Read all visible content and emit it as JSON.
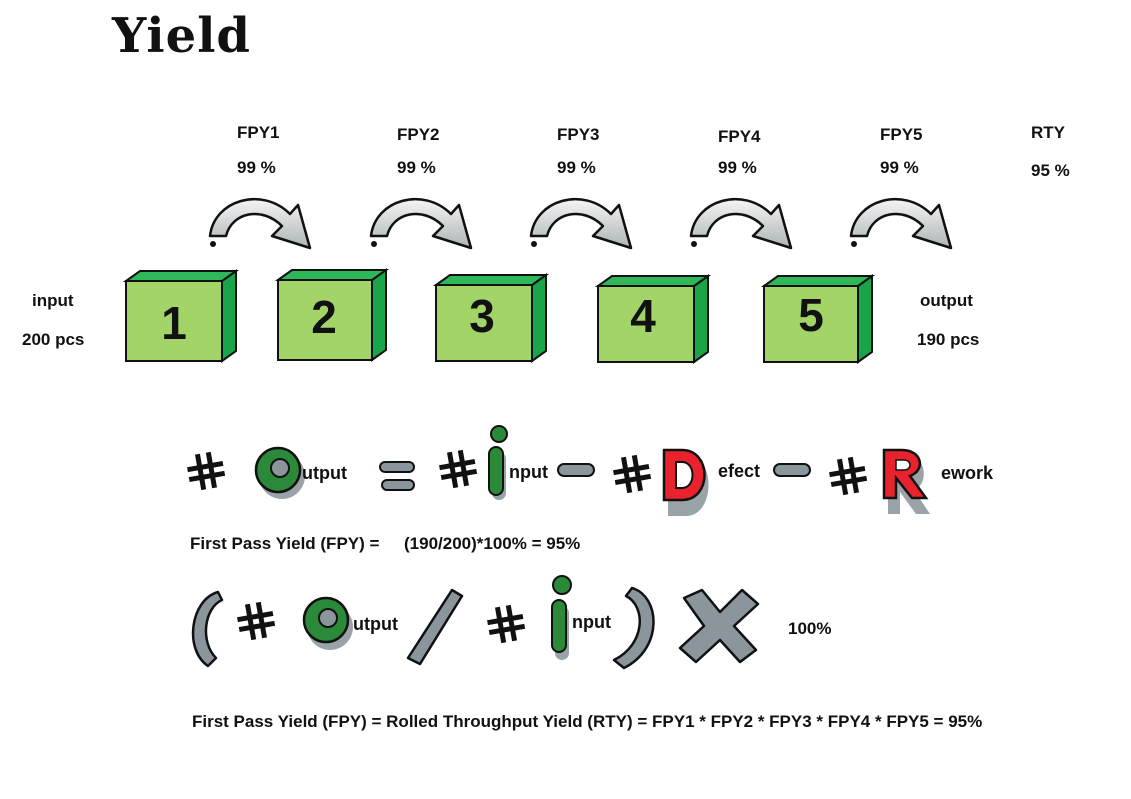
{
  "title": "Yield",
  "fpy_labels": [
    {
      "name": "FPY1",
      "value": "99 %"
    },
    {
      "name": "FPY2",
      "value": "99 %"
    },
    {
      "name": "FPY3",
      "value": "99 %"
    },
    {
      "name": "FPY4",
      "value": "99 %"
    },
    {
      "name": "FPY5",
      "value": "99 %"
    }
  ],
  "rty": {
    "name": "RTY",
    "value": "95 %"
  },
  "input": {
    "label": "input",
    "count": "200 pcs"
  },
  "output": {
    "label": "output",
    "count": "190 pcs"
  },
  "boxes": [
    "1",
    "2",
    "3",
    "4",
    "5"
  ],
  "equation": {
    "output_word": "utput",
    "input_word": "nput",
    "defect_word": "efect",
    "rework_word": "ework"
  },
  "fpy_formula": {
    "label": "First Pass Yield (FPY) =",
    "calc": "(190/200)*100% = 95%"
  },
  "ratio": {
    "output_word": "utput",
    "input_word": "nput",
    "percent": "100%"
  },
  "rty_formula": "First Pass Yield (FPY) = Rolled Throughput Yield (RTY) = FPY1 * FPY2 * FPY3 * FPY4 * FPY5  = 95%",
  "colors": {
    "box_green": "#a3d467",
    "box_side": "#1aa54a",
    "dark_green": "#2a8a3a",
    "red": "#e8232e",
    "gray": "#8a969c",
    "arrow": "#cfd3d4"
  }
}
